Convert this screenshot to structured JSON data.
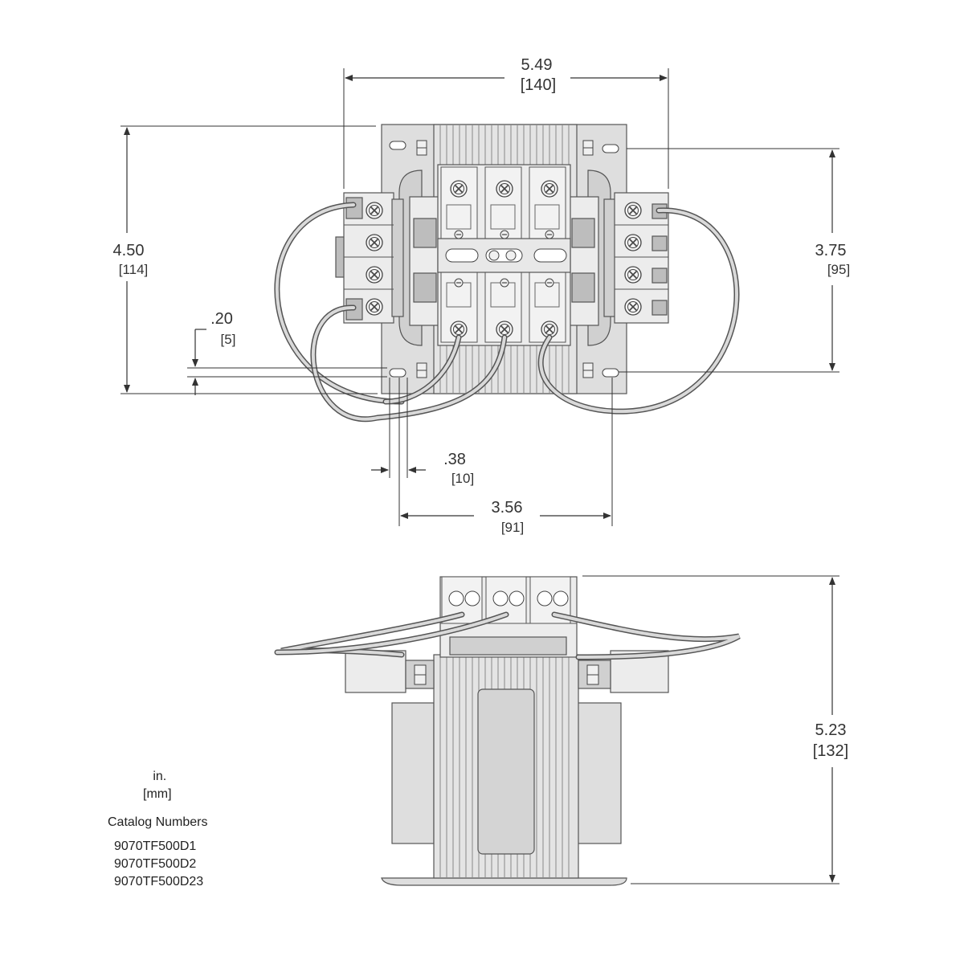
{
  "dimensions": {
    "width_overall": {
      "in": "5.49",
      "mm": "[140]"
    },
    "height_overall": {
      "in": "4.50",
      "mm": "[114]"
    },
    "mount_vertical": {
      "in": "3.75",
      "mm": "[95]"
    },
    "slot_offset": {
      "in": ".20",
      "mm": "[5]"
    },
    "slot_width": {
      "in": ".38",
      "mm": "[10]"
    },
    "mount_horizontal": {
      "in": "3.56",
      "mm": "[91]"
    },
    "depth": {
      "in": "5.23",
      "mm": "[132]"
    }
  },
  "legend": {
    "unit_in": "in.",
    "unit_mm": "[mm]",
    "catalog_title": "Catalog Numbers",
    "catalog_numbers": [
      "9070TF500D1",
      "9070TF500D2",
      "9070TF500D23"
    ]
  },
  "colors": {
    "line": "#555555",
    "fill_light": "#ececec",
    "fill_mid": "#dedede"
  }
}
